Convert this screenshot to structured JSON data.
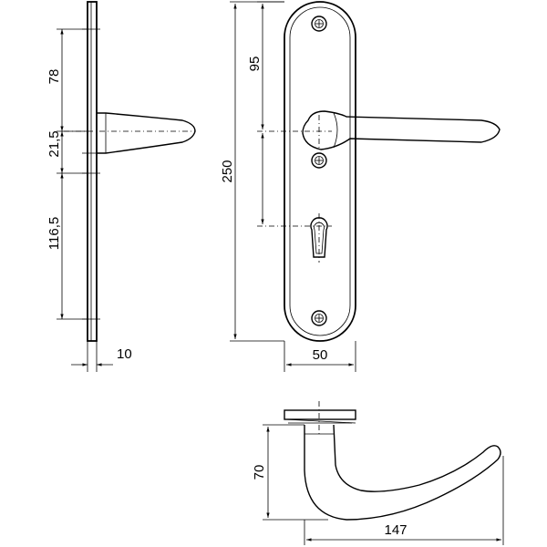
{
  "dimensions": {
    "side_top": "78",
    "side_mid": "21,5",
    "side_bottom": "116,5",
    "side_thickness": "10",
    "front_spindle": "95",
    "front_height": "250",
    "front_width": "50",
    "lever_height": "70",
    "lever_length": "147"
  }
}
